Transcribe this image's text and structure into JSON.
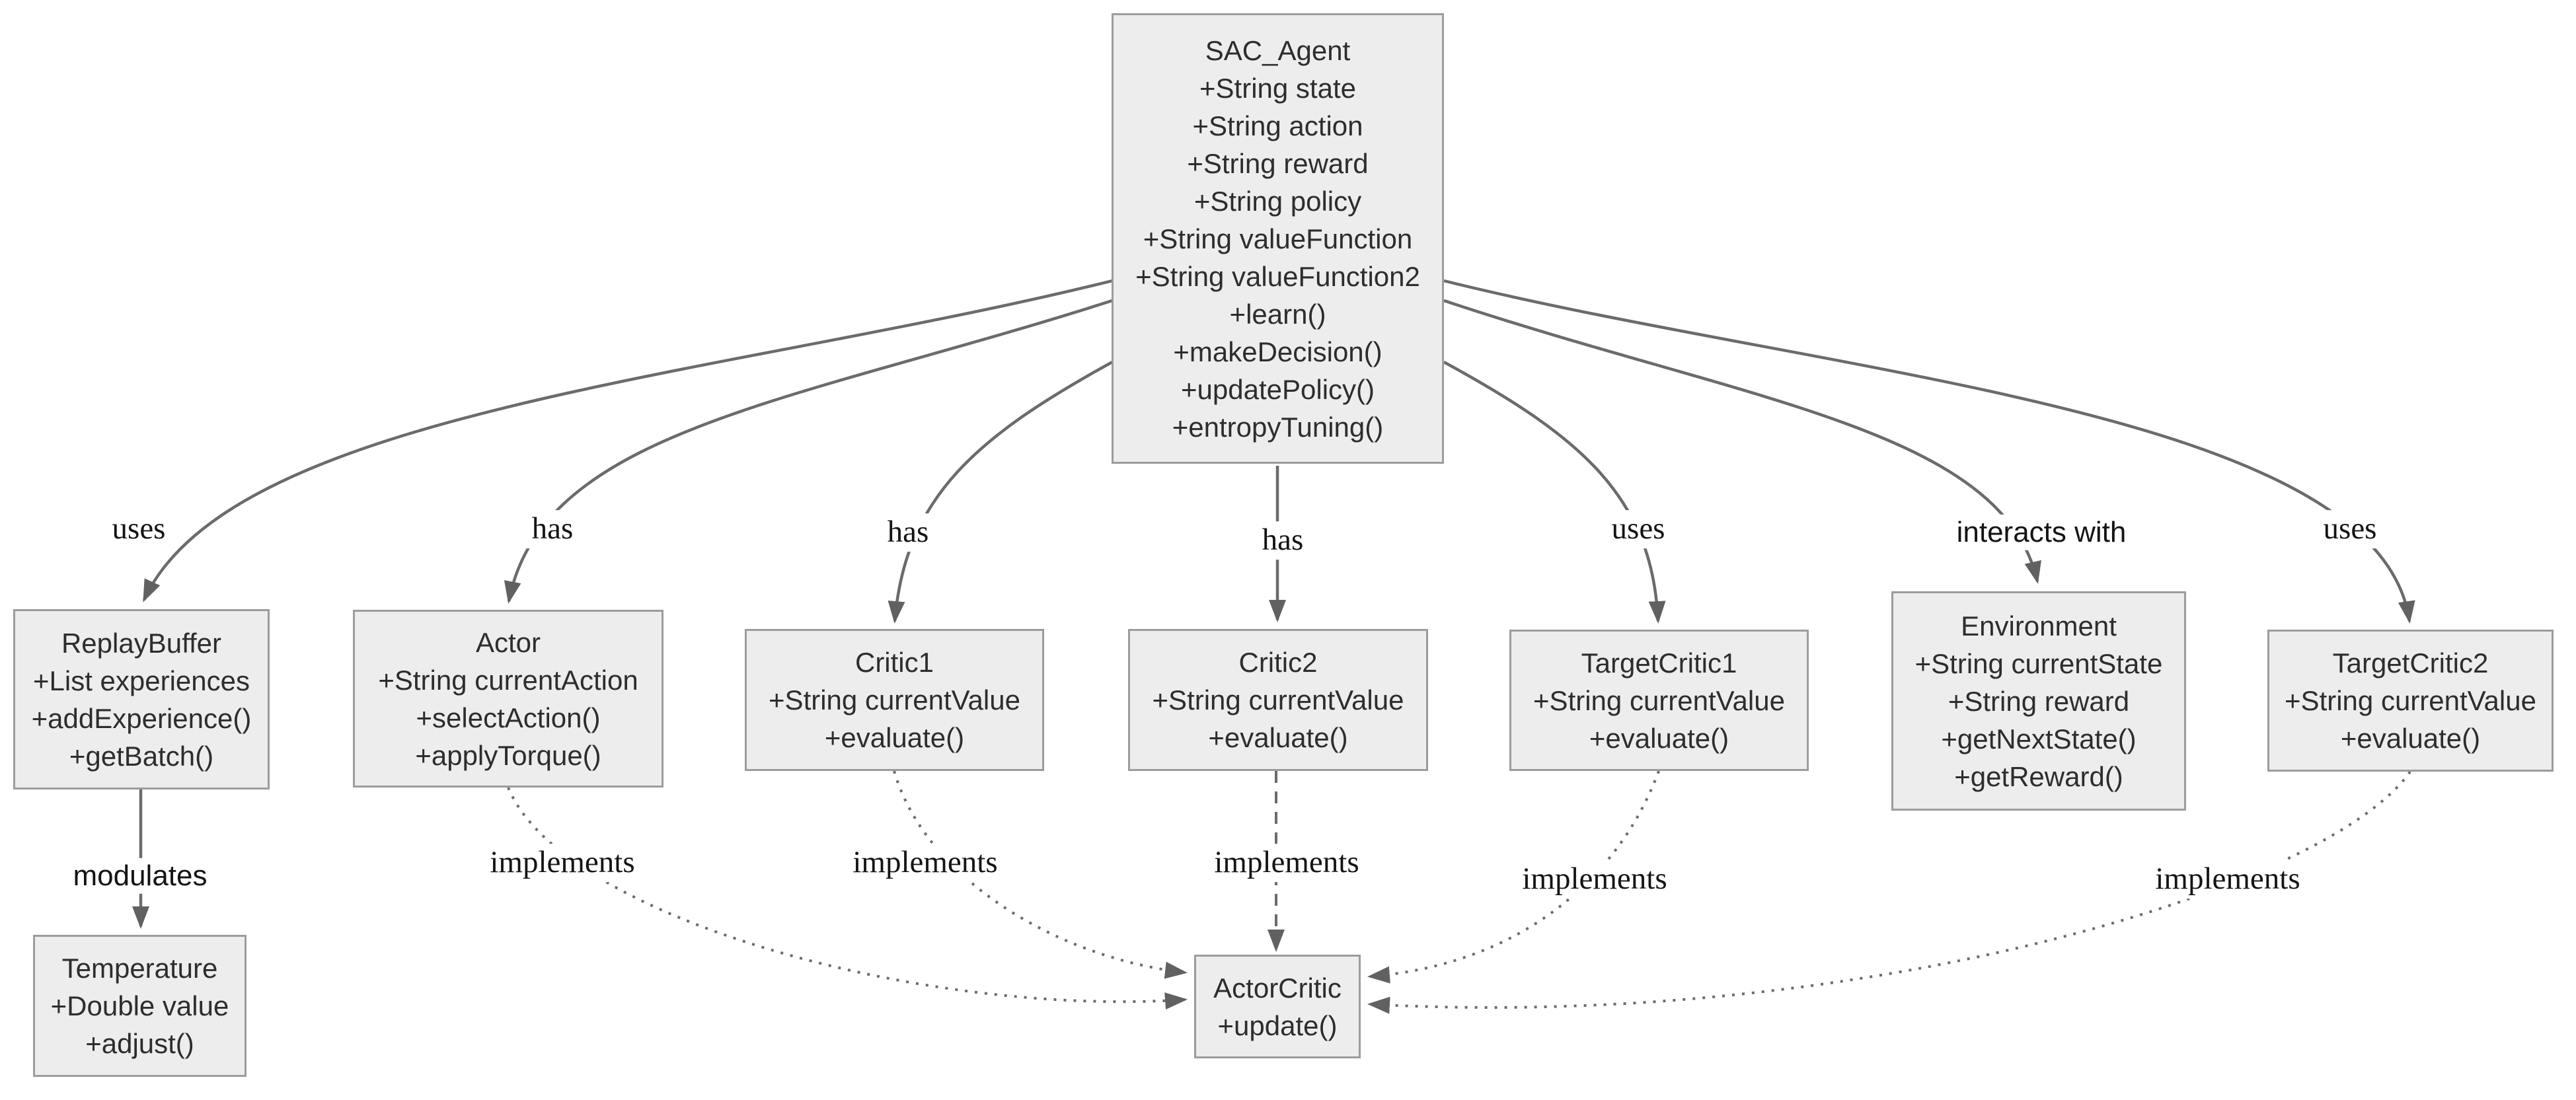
{
  "diagram": {
    "type": "uml-class-diagram",
    "colors": {
      "background": "#ffffff",
      "node_fill": "#ededed",
      "node_border": "#9c9c9c",
      "line": "#6b6b6b",
      "arrowhead": "#616161",
      "node_text": "#2d2d2d",
      "edge_label_text": "#141414"
    },
    "nodes": [
      {
        "title": "SAC_Agent",
        "members": [
          "+String state",
          "+String action",
          "+String reward",
          "+String policy",
          "+String valueFunction",
          "+String valueFunction2",
          "+learn()",
          "+makeDecision()",
          "+updatePolicy()",
          "+entropyTuning()"
        ]
      },
      {
        "title": "ReplayBuffer",
        "members": [
          "+List experiences",
          "+addExperience()",
          "+getBatch()"
        ]
      },
      {
        "title": "Actor",
        "members": [
          "+String currentAction",
          "+selectAction()",
          "+applyTorque()"
        ]
      },
      {
        "title": "Critic1",
        "members": [
          "+String currentValue",
          "+evaluate()"
        ]
      },
      {
        "title": "Critic2",
        "members": [
          "+String currentValue",
          "+evaluate()"
        ]
      },
      {
        "title": "TargetCritic1",
        "members": [
          "+String currentValue",
          "+evaluate()"
        ]
      },
      {
        "title": "Environment",
        "members": [
          "+String currentState",
          "+String reward",
          "+getNextState()",
          "+getReward()"
        ]
      },
      {
        "title": "TargetCritic2",
        "members": [
          "+String currentValue",
          "+evaluate()"
        ]
      },
      {
        "title": "Temperature",
        "members": [
          "+Double value",
          "+adjust()"
        ]
      },
      {
        "title": "ActorCritic",
        "members": [
          "+update()"
        ]
      }
    ],
    "edges": [
      {
        "from": "SAC_Agent",
        "to": "ReplayBuffer",
        "label": "uses",
        "line": "solid"
      },
      {
        "from": "SAC_Agent",
        "to": "Actor",
        "label": "has",
        "line": "solid"
      },
      {
        "from": "SAC_Agent",
        "to": "Critic1",
        "label": "has",
        "line": "solid"
      },
      {
        "from": "SAC_Agent",
        "to": "Critic2",
        "label": "has",
        "line": "solid"
      },
      {
        "from": "SAC_Agent",
        "to": "TargetCritic1",
        "label": "uses",
        "line": "solid"
      },
      {
        "from": "SAC_Agent",
        "to": "Environment",
        "label": "interacts with",
        "line": "solid"
      },
      {
        "from": "SAC_Agent",
        "to": "TargetCritic2",
        "label": "uses",
        "line": "solid"
      },
      {
        "from": "ReplayBuffer",
        "to": "Temperature",
        "label": "modulates",
        "line": "solid"
      },
      {
        "from": "Actor",
        "to": "ActorCritic",
        "label": "implements",
        "line": "dotted"
      },
      {
        "from": "Critic1",
        "to": "ActorCritic",
        "label": "implements",
        "line": "dotted"
      },
      {
        "from": "Critic2",
        "to": "ActorCritic",
        "label": "implements",
        "line": "dashed"
      },
      {
        "from": "TargetCritic1",
        "to": "ActorCritic",
        "label": "implements",
        "line": "dotted"
      },
      {
        "from": "TargetCritic2",
        "to": "ActorCritic",
        "label": "implements",
        "line": "dotted"
      }
    ]
  }
}
